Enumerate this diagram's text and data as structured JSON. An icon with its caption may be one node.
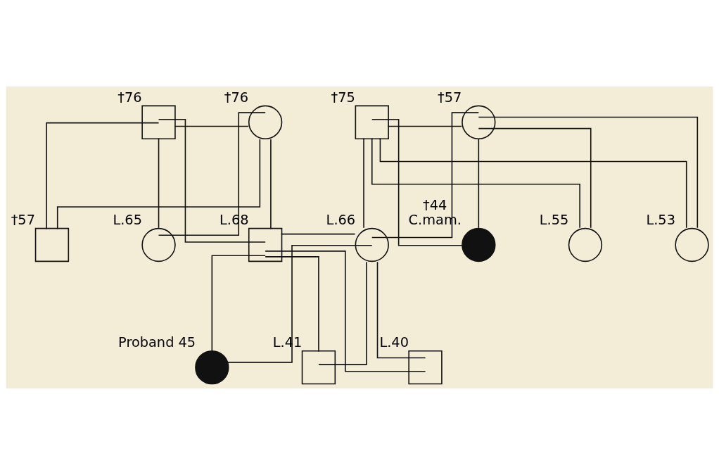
{
  "diagram": {
    "nodes": [
      {
        "text": [],
        "shape": "box",
        "beside": [
          "†76"
        ]
      },
      {
        "text": [],
        "shape": "circle",
        "beside": [
          "†76"
        ]
      },
      {
        "text": [],
        "shape": "box",
        "beside": [
          "†75"
        ]
      },
      {
        "text": [],
        "shape": "circle",
        "beside": [
          "†57"
        ]
      },
      {
        "text": [],
        "shape": "box",
        "beside": [
          "†57"
        ]
      },
      {
        "text": [],
        "shape": "circle",
        "beside": [
          "L.65"
        ]
      },
      {
        "text": [],
        "shape": "box",
        "beside": [
          "L.68"
        ]
      },
      {
        "text": [],
        "shape": "circle",
        "beside": [
          "L.66"
        ]
      },
      {
        "text": [],
        "shape": "dot",
        "beside": [
          "†44",
          "C.mam."
        ]
      },
      {
        "text": [],
        "shape": "circle",
        "beside": [
          "L.55"
        ]
      },
      {
        "text": [],
        "shape": "circle",
        "beside": [
          "L.53"
        ]
      },
      {
        "text": [],
        "shape": "dot",
        "beside": [
          "Proband 45"
        ]
      },
      {
        "text": [],
        "shape": "box",
        "beside": [
          "L.41"
        ]
      },
      {
        "text": [],
        "shape": "box",
        "beside": [
          "L.40"
        ]
      }
    ],
    "edges": [
      {
        "from": 0,
        "to": 1,
        "arrow": "none"
      },
      {
        "from": 2,
        "to": 3,
        "arrow": "none"
      },
      {
        "from": 0,
        "to": 4,
        "arrow": "none"
      },
      {
        "from": 1,
        "to": 4,
        "arrow": "none"
      },
      {
        "from": 0,
        "to": 5,
        "arrow": "none"
      },
      {
        "from": 1,
        "to": 5,
        "arrow": "none"
      },
      {
        "from": 0,
        "to": 6,
        "arrow": "none"
      },
      {
        "from": 1,
        "to": 6,
        "arrow": "none"
      },
      {
        "from": 6,
        "to": 7,
        "arrow": "none"
      },
      {
        "from": 2,
        "to": 7,
        "arrow": "none"
      },
      {
        "from": 3,
        "to": 7,
        "arrow": "none"
      },
      {
        "from": 2,
        "to": 8,
        "arrow": "none"
      },
      {
        "from": 3,
        "to": 8,
        "arrow": "none"
      },
      {
        "from": 2,
        "to": 9,
        "arrow": "none"
      },
      {
        "from": 3,
        "to": 9,
        "arrow": "none"
      },
      {
        "from": 2,
        "to": 10,
        "arrow": "none"
      },
      {
        "from": 3,
        "to": 10,
        "arrow": "none"
      },
      {
        "from": 6,
        "to": 11,
        "arrow": "none"
      },
      {
        "from": 7,
        "to": 11,
        "arrow": "none"
      },
      {
        "from": 6,
        "to": 12,
        "arrow": "none"
      },
      {
        "from": 7,
        "to": 12,
        "arrow": "none"
      },
      {
        "from": 6,
        "to": 13,
        "arrow": "none"
      },
      {
        "from": 7,
        "to": 13,
        "arrow": "none"
      }
    ]
  }
}
